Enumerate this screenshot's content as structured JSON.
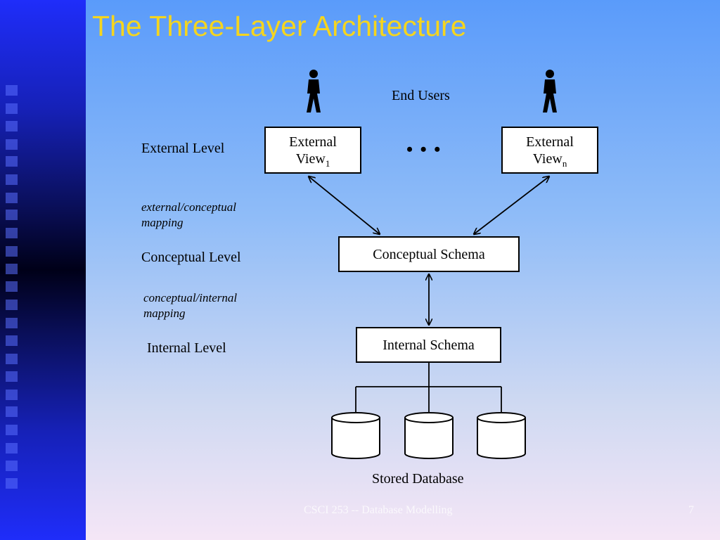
{
  "slide": {
    "title": "The Three-Layer Architecture",
    "footer_course": "CSCI 253 -- Database Modelling",
    "page_number": "7"
  },
  "levels": {
    "external": "External Level",
    "external_conceptual_mapping": [
      "external/conceptual",
      "mapping"
    ],
    "conceptual": "Conceptual Level",
    "conceptual_internal_mapping": [
      "conceptual/internal",
      "mapping"
    ],
    "internal": "Internal Level"
  },
  "diagram": {
    "end_users": "End Users",
    "user_icon": "person-icon",
    "external_view_1": {
      "label": "External",
      "view": "View",
      "subscript": "1"
    },
    "external_view_n": {
      "label": "External",
      "view": "View",
      "subscript": "n"
    },
    "ellipsis": "• • •",
    "conceptual_schema": "Conceptual Schema",
    "internal_schema": "Internal Schema",
    "database_icon": "cylinder-icon",
    "stored_database": "Stored Database"
  }
}
